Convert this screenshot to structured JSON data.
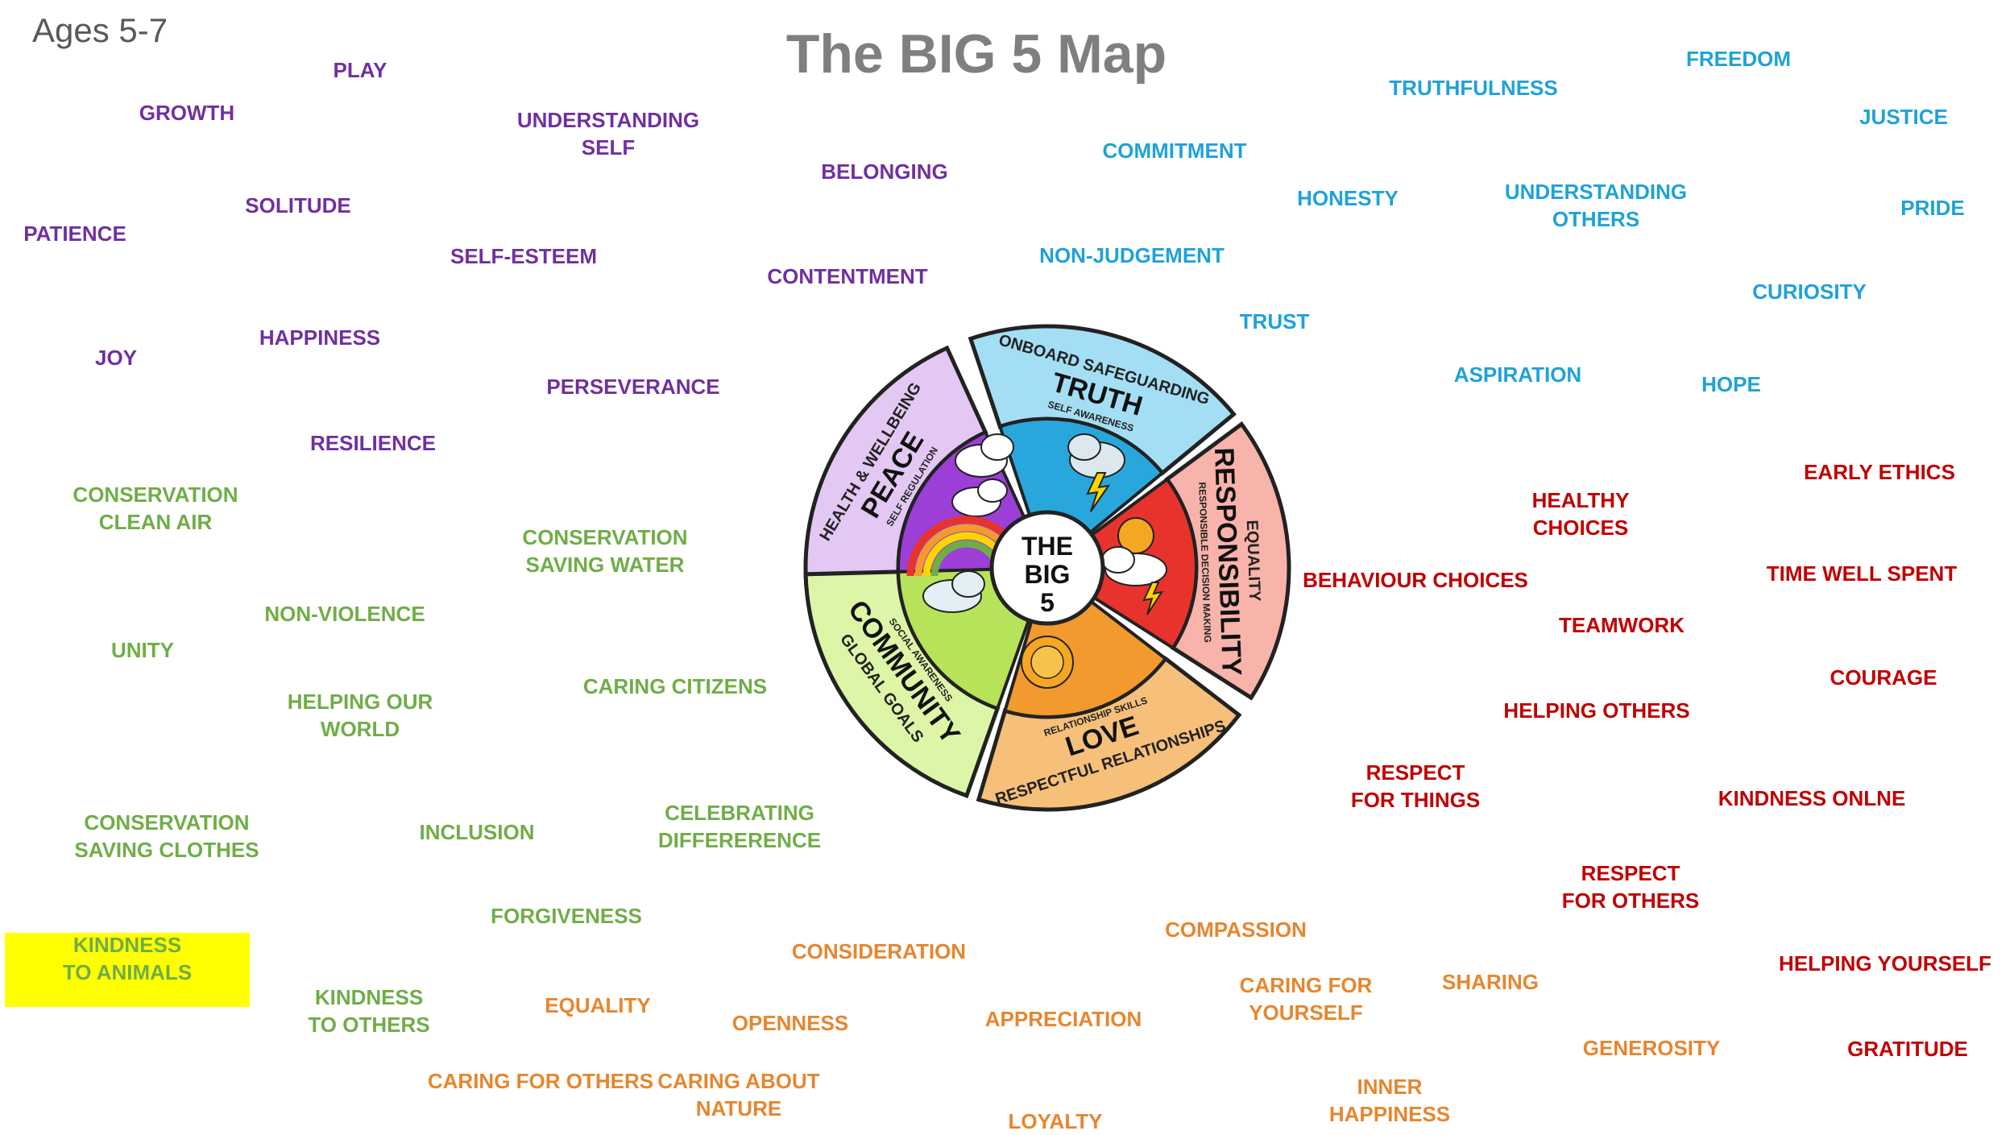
{
  "header": {
    "age_group": "Ages 5-7",
    "title": "The BIG 5 Map"
  },
  "wheel": {
    "center": [
      "THE",
      "BIG",
      "5"
    ],
    "segments": [
      {
        "name": "PEACE",
        "outer": "HEALTH & WELLBEING",
        "inner": "SELF REGULATION",
        "color": "#e3c8f3",
        "inner_color": "#9b3fd6"
      },
      {
        "name": "TRUTH",
        "outer": "ONBOARD SAFEGUARDING",
        "inner": "SELF AWARENESS",
        "color": "#a3def4",
        "inner_color": "#29a7dd"
      },
      {
        "name": "RESPONSIBILITY",
        "outer": "EQUALITY",
        "inner": "RESPONSIBLE DECISION MAKING",
        "color": "#f8b3aa",
        "inner_color": "#e8332c"
      },
      {
        "name": "LOVE",
        "outer": "RESPECTFUL RELATIONSHIPS",
        "inner": "RELATIONSHIP SKILLS",
        "color": "#f6c07a",
        "inner_color": "#f29a2e"
      },
      {
        "name": "COMMUNITY",
        "outer": "GLOBAL GOALS",
        "inner": "SOCIAL AWARENESS",
        "color": "#ddf5a6",
        "inner_color": "#b7e35b"
      }
    ]
  },
  "colors": {
    "peace": "#7030a0",
    "truth": "#1fa2d8",
    "responsibility": "#c00000",
    "community": "#70ad47",
    "love": "#e6862e",
    "highlight": "#ffff00"
  },
  "values": {
    "peace": [
      [
        "PLAY"
      ],
      [
        "GROWTH"
      ],
      [
        "UNDERSTANDING",
        "SELF"
      ],
      [
        "BELONGING"
      ],
      [
        "SOLITUDE"
      ],
      [
        "PATIENCE"
      ],
      [
        "SELF-ESTEEM"
      ],
      [
        "CONTENTMENT"
      ],
      [
        "HAPPINESS"
      ],
      [
        "JOY"
      ],
      [
        "PERSEVERANCE"
      ],
      [
        "RESILIENCE"
      ]
    ],
    "truth": [
      [
        "FREEDOM"
      ],
      [
        "TRUTHFULNESS"
      ],
      [
        "JUSTICE"
      ],
      [
        "COMMITMENT"
      ],
      [
        "HONESTY"
      ],
      [
        "UNDERSTANDING",
        "OTHERS"
      ],
      [
        "PRIDE"
      ],
      [
        "NON-JUDGEMENT"
      ],
      [
        "CURIOSITY"
      ],
      [
        "TRUST"
      ],
      [
        "ASPIRATION"
      ],
      [
        "HOPE"
      ]
    ],
    "responsibility": [
      [
        "EARLY ETHICS"
      ],
      [
        "HEALTHY",
        "CHOICES"
      ],
      [
        "BEHAVIOUR CHOICES"
      ],
      [
        "TIME WELL SPENT"
      ],
      [
        "TEAMWORK"
      ],
      [
        "COURAGE"
      ],
      [
        "HELPING OTHERS"
      ],
      [
        "RESPECT",
        "FOR THINGS"
      ],
      [
        "KINDNESS ONLNE"
      ],
      [
        "RESPECT",
        "FOR OTHERS"
      ],
      [
        "HELPING YOURSELF"
      ],
      [
        "GRATITUDE"
      ]
    ],
    "community": [
      [
        "CONSERVATION",
        "CLEAN AIR"
      ],
      [
        "CONSERVATION",
        "SAVING WATER"
      ],
      [
        "NON-VIOLENCE"
      ],
      [
        "UNITY"
      ],
      [
        "CARING CITIZENS"
      ],
      [
        "HELPING OUR",
        "WORLD"
      ],
      [
        "CONSERVATION",
        "SAVING CLOTHES"
      ],
      [
        "INCLUSION"
      ],
      [
        "CELEBRATING",
        "DIFFERERENCE"
      ],
      [
        "FORGIVENESS"
      ],
      [
        "KINDNESS",
        "TO ANIMALS"
      ],
      [
        "KINDNESS",
        "TO OTHERS"
      ]
    ],
    "love": [
      [
        "CONSIDERATION"
      ],
      [
        "COMPASSION"
      ],
      [
        "EQUALITY"
      ],
      [
        "OPENNESS"
      ],
      [
        "APPRECIATION"
      ],
      [
        "CARING FOR",
        "YOURSELF"
      ],
      [
        "SHARING"
      ],
      [
        "CARING FOR OTHERS"
      ],
      [
        "CARING ABOUT",
        "NATURE"
      ],
      [
        "GENEROSITY"
      ],
      [
        "LOYALTY"
      ],
      [
        "INNER",
        "HAPPINESS"
      ]
    ]
  }
}
